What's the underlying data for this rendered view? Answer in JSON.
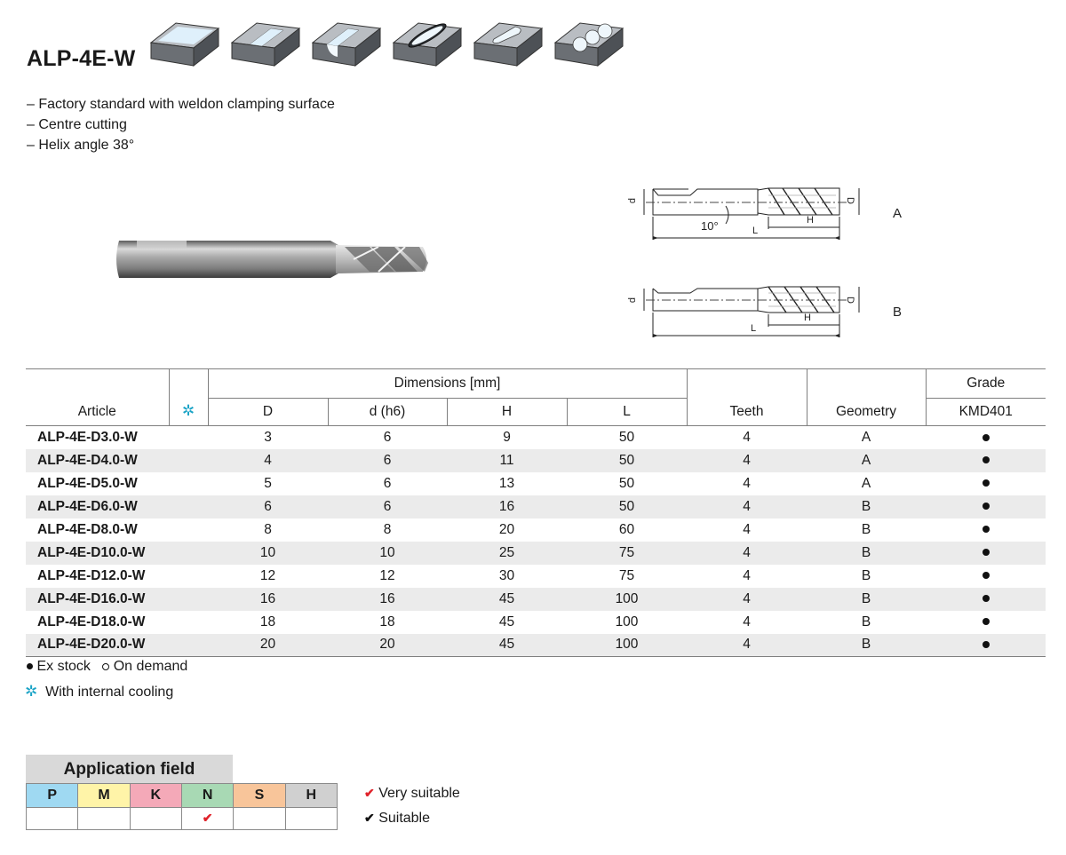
{
  "header": {
    "title": "ALP-4E-W"
  },
  "features": [
    "– Factory standard with weldon clamping surface",
    "– Centre cutting",
    "– Helix angle 38°"
  ],
  "drawing": {
    "label_a": "A",
    "label_b": "B",
    "dim_d_small": "d",
    "dim_D": "D",
    "dim_H": "H",
    "dim_L": "L",
    "angle": "10°"
  },
  "table": {
    "headers": {
      "article": "Article",
      "dimensions": "Dimensions [mm]",
      "D": "D",
      "d": "d (h6)",
      "H": "H",
      "L": "L",
      "teeth": "Teeth",
      "geometry": "Geometry",
      "grade": "Grade",
      "grade_name": "KMD401"
    },
    "rows": [
      {
        "article": "ALP-4E-D3.0-W",
        "D": "3",
        "d": "6",
        "H": "9",
        "L": "50",
        "teeth": "4",
        "geometry": "A"
      },
      {
        "article": "ALP-4E-D4.0-W",
        "D": "4",
        "d": "6",
        "H": "11",
        "L": "50",
        "teeth": "4",
        "geometry": "A"
      },
      {
        "article": "ALP-4E-D5.0-W",
        "D": "5",
        "d": "6",
        "H": "13",
        "L": "50",
        "teeth": "4",
        "geometry": "A"
      },
      {
        "article": "ALP-4E-D6.0-W",
        "D": "6",
        "d": "6",
        "H": "16",
        "L": "50",
        "teeth": "4",
        "geometry": "B"
      },
      {
        "article": "ALP-4E-D8.0-W",
        "D": "8",
        "d": "8",
        "H": "20",
        "L": "60",
        "teeth": "4",
        "geometry": "B"
      },
      {
        "article": "ALP-4E-D10.0-W",
        "D": "10",
        "d": "10",
        "H": "25",
        "L": "75",
        "teeth": "4",
        "geometry": "B"
      },
      {
        "article": "ALP-4E-D12.0-W",
        "D": "12",
        "d": "12",
        "H": "30",
        "L": "75",
        "teeth": "4",
        "geometry": "B"
      },
      {
        "article": "ALP-4E-D16.0-W",
        "D": "16",
        "d": "16",
        "H": "45",
        "L": "100",
        "teeth": "4",
        "geometry": "B"
      },
      {
        "article": "ALP-4E-D18.0-W",
        "D": "18",
        "d": "18",
        "H": "45",
        "L": "100",
        "teeth": "4",
        "geometry": "B"
      },
      {
        "article": "ALP-4E-D20.0-W",
        "D": "20",
        "d": "20",
        "H": "45",
        "L": "100",
        "teeth": "4",
        "geometry": "B"
      }
    ]
  },
  "legend": {
    "ex_stock": "Ex stock",
    "on_demand": "On demand",
    "internal_cooling": "With internal cooling"
  },
  "application": {
    "title": "Application field",
    "materials": [
      {
        "code": "P",
        "color": "#9fd9f2"
      },
      {
        "code": "M",
        "color": "#fff4a8"
      },
      {
        "code": "K",
        "color": "#f4a9b8"
      },
      {
        "code": "N",
        "color": "#a8d9b4"
      },
      {
        "code": "S",
        "color": "#f8c59a"
      },
      {
        "code": "H",
        "color": "#d0d0d0"
      }
    ],
    "very_suitable": "Very suitable",
    "suitable": "Suitable"
  },
  "colors": {
    "accent_check": "#e0222a",
    "cooling_icon": "#1aa3c6",
    "row_stripe": "#ebebeb"
  }
}
